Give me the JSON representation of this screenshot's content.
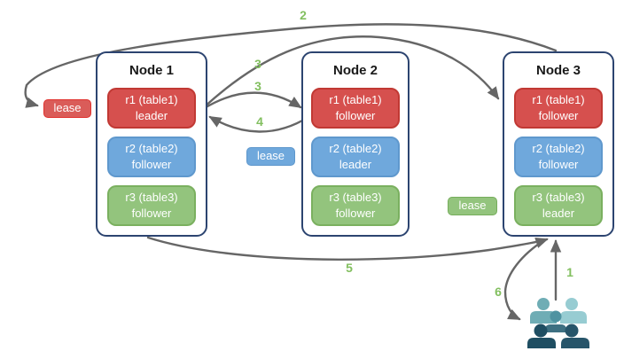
{
  "diagram": {
    "background_color": "#ffffff",
    "arrow_color": "#666666",
    "step_label_color": "#82bf5f",
    "node_border_color": "#2c4470",
    "nodes": [
      {
        "title": "Node 1",
        "replicas": [
          {
            "name": "r1 (table1)",
            "role": "leader",
            "color": "#d6504e"
          },
          {
            "name": "r2 (table2)",
            "role": "follower",
            "color": "#6fa8dc"
          },
          {
            "name": "r3 (table3)",
            "role": "follower",
            "color": "#93c47d"
          }
        ]
      },
      {
        "title": "Node 2",
        "replicas": [
          {
            "name": "r1 (table1)",
            "role": "follower",
            "color": "#d6504e"
          },
          {
            "name": "r2 (table2)",
            "role": "leader",
            "color": "#6fa8dc"
          },
          {
            "name": "r3 (table3)",
            "role": "follower",
            "color": "#93c47d"
          }
        ]
      },
      {
        "title": "Node 3",
        "replicas": [
          {
            "name": "r1 (table1)",
            "role": "follower",
            "color": "#d6504e"
          },
          {
            "name": "r2 (table2)",
            "role": "follower",
            "color": "#6fa8dc"
          },
          {
            "name": "r3 (table3)",
            "role": "leader",
            "color": "#93c47d"
          }
        ]
      }
    ],
    "leases": [
      {
        "label": "lease",
        "color": "#da5c59"
      },
      {
        "label": "lease",
        "color": "#6fa8dc"
      },
      {
        "label": "lease",
        "color": "#93c47d"
      }
    ],
    "steps": {
      "s1": "1",
      "s2": "2",
      "s3a": "3",
      "s3b": "3",
      "s4": "4",
      "s5": "5",
      "s6": "6"
    },
    "users_icon": {
      "colors": {
        "back_left": "#6fadb5",
        "back_right": "#97ccd2",
        "middle_head": "#4f93a1",
        "middle_torso": "#3e7082",
        "front_left": "#1f4e62",
        "front_right": "#27556a"
      }
    }
  }
}
